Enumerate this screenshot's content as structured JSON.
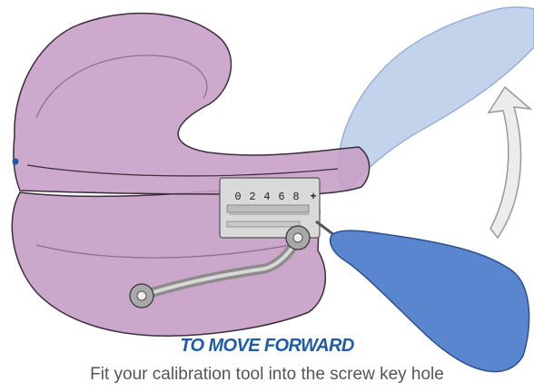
{
  "illustration": {
    "subject": "mouthguard-with-advancement-screw",
    "scale_digits": [
      "0",
      "2",
      "4",
      "6",
      "8"
    ],
    "scale_symbol": "+",
    "colors": {
      "tray": "#c8a0c8",
      "tray_outline": "#3a2e3a",
      "tool_light": "#b9cbe8",
      "tool_dark": "#5a86cf",
      "arrow": "#e6e6e6",
      "dot": "#1f5ca8",
      "heading": "#1f5ca8"
    }
  },
  "caption": {
    "heading": "TO MOVE FORWARD",
    "body": "Fit your calibration tool into the screw key hole"
  }
}
